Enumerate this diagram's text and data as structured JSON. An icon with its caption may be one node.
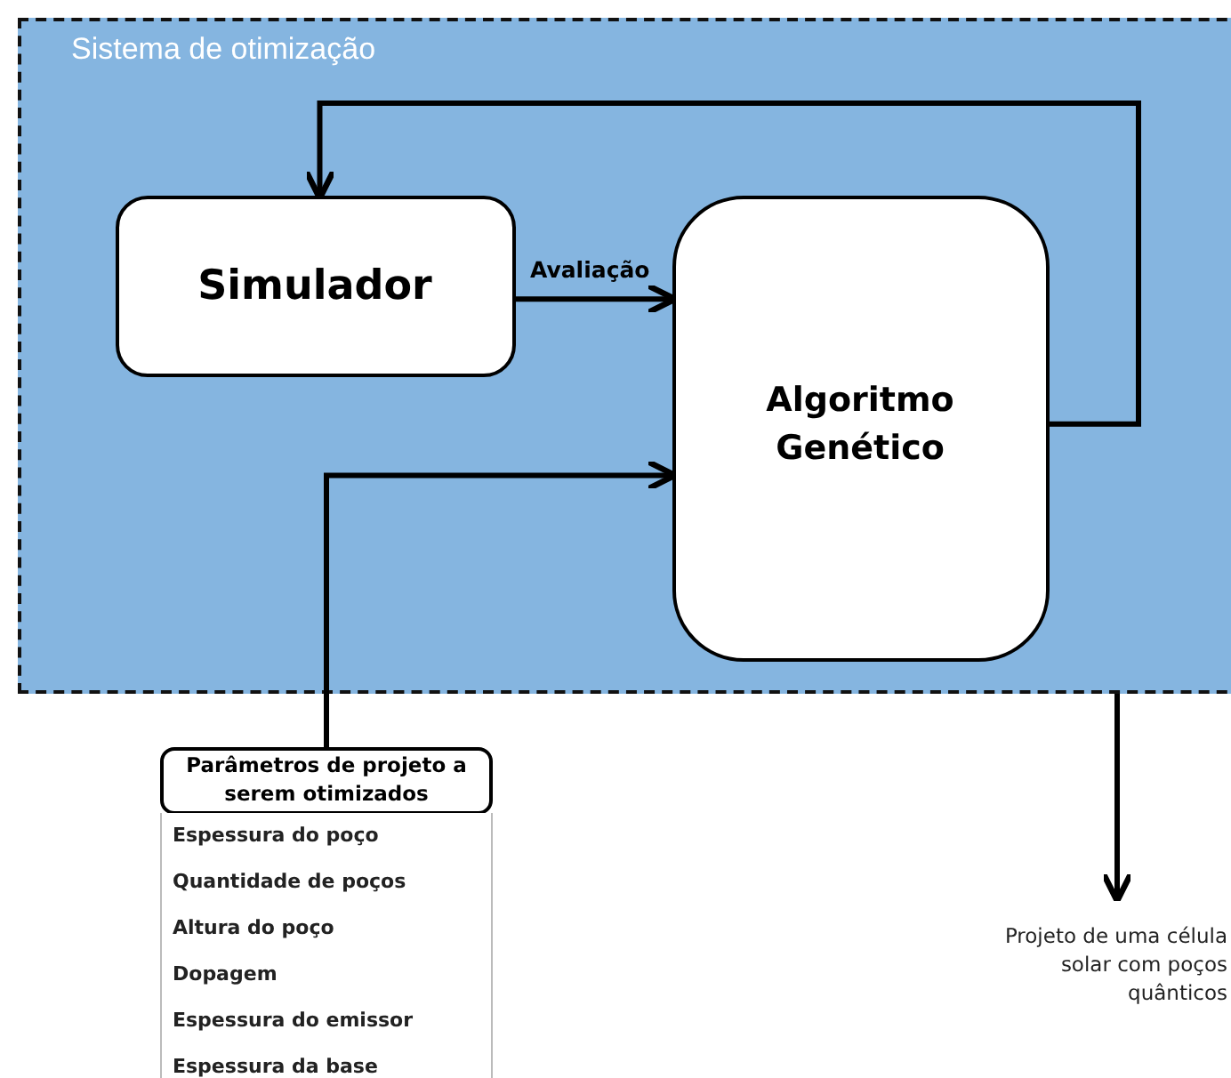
{
  "diagram": {
    "nodes": [
      {
        "text": [
          "Sistema de otimização"
        ]
      },
      {
        "text": [
          "Simulador"
        ],
        "in": 0
      },
      {
        "text": [
          "Algoritmo Genético"
        ],
        "in": 0
      },
      {
        "text": [
          "Parâmetros de projeto a serem otimizados"
        ]
      },
      {
        "text": [
          "Espessura do poço",
          "Quantidade de poços",
          "Altura do poço",
          "Dopagem",
          "Espessura do emissor",
          "Espessura da base"
        ]
      },
      {
        "text": [
          "Projeto de uma célula solar com poços quânticos"
        ]
      }
    ],
    "edges": [
      {
        "from": 1,
        "to": 2,
        "arrow": "to",
        "label": "Avaliação"
      },
      {
        "from": 2,
        "to": 1,
        "arrow": "to"
      },
      {
        "from": 3,
        "to": 2,
        "arrow": "to"
      },
      {
        "from": 0,
        "to": 5,
        "arrow": "to"
      }
    ]
  }
}
